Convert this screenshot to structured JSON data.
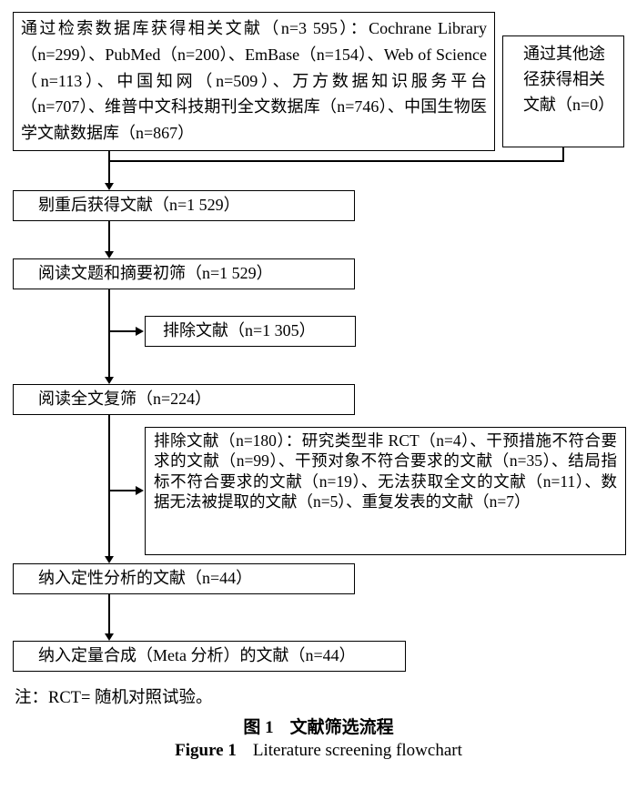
{
  "figure": {
    "nodes": {
      "db": "通过检索数据库获得相关文献（n=3 595）：Cochrane Library（n=299）、PubMed（n=200）、EmBase（n=154）、Web of Science（n=113）、中国知网（n=509）、万方数据知识服务平台（n=707）、维普中文科技期刊全文数据库（n=746）、中国生物医学文献数据库（n=867）",
      "other": "通过其他途径获得相关文献（n=0）",
      "dedup": "剔重后获得文献（n=1 529）",
      "initial_screen": "阅读文题和摘要初筛（n=1 529）",
      "excluded_initial": "排除文献（n=1 305）",
      "fulltext_screen": "阅读全文复筛（n=224）",
      "excluded_fulltext": "排除文献（n=180）：研究类型非 RCT（n=4）、干预措施不符合要求的文献（n=99）、干预对象不符合要求的文献（n=35）、结局指标不符合要求的文献（n=19）、无法获取全文的文献（n=11）、数据无法被提取的文献（n=5）、重复发表的文献（n=7）",
      "qualitative": "纳入定性分析的文献（n=44）",
      "quantitative": "纳入定量合成（Meta 分析）的文献（n=44）"
    },
    "note": "注：RCT= 随机对照试验。",
    "caption_zh_label": "图 1",
    "caption_zh_text": "文献筛选流程",
    "caption_en_label": "Figure 1",
    "caption_en_text": "Literature screening flowchart"
  }
}
